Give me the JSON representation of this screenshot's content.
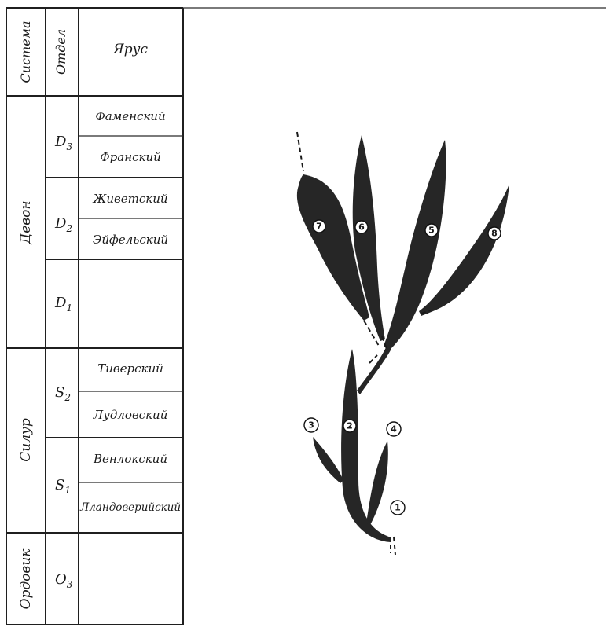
{
  "headers": {
    "system": "Система",
    "division": "Отдел",
    "stage": "Ярус"
  },
  "systems": [
    {
      "name": "Девон"
    },
    {
      "name": "Силур"
    },
    {
      "name": "Ордовик"
    }
  ],
  "divisions": [
    {
      "base": "D",
      "sub": "3"
    },
    {
      "base": "D",
      "sub": "2"
    },
    {
      "base": "D",
      "sub": "1"
    },
    {
      "base": "S",
      "sub": "2"
    },
    {
      "base": "S",
      "sub": "1"
    },
    {
      "base": "O",
      "sub": "3"
    }
  ],
  "stages": [
    "Фаменский",
    "Франский",
    "Живетский",
    "Эйфельский",
    "Тиверский",
    "Лудловский",
    "Венлокский",
    "Лландоверийский"
  ],
  "branch_labels": [
    "1",
    "2",
    "3",
    "4",
    "5",
    "6",
    "7",
    "8"
  ]
}
